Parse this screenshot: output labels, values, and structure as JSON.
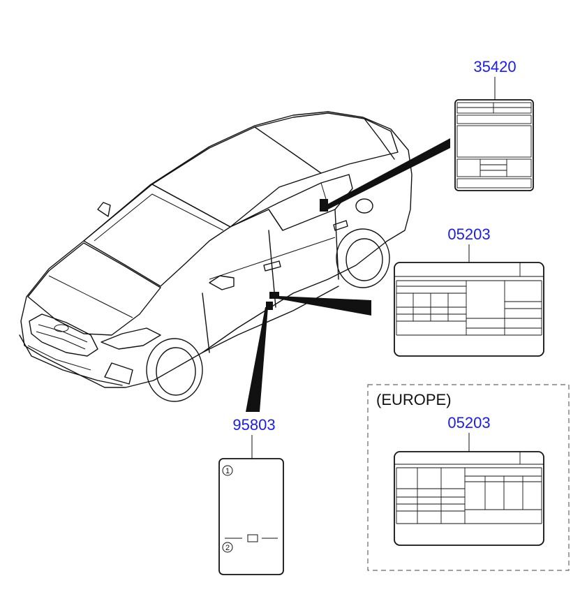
{
  "diagram": {
    "callouts": [
      {
        "id": "door-label",
        "part_number": "35420"
      },
      {
        "id": "vin-label",
        "part_number": "05203"
      },
      {
        "id": "europe-vin-label",
        "part_number": "05203"
      },
      {
        "id": "pillar-label",
        "part_number": "95803"
      }
    ],
    "europe_region": {
      "label": "(EUROPE)"
    },
    "pillar_label_markers": [
      "1",
      "2"
    ],
    "colors": {
      "part_number": "#1a1aff",
      "line": "#111111"
    }
  }
}
